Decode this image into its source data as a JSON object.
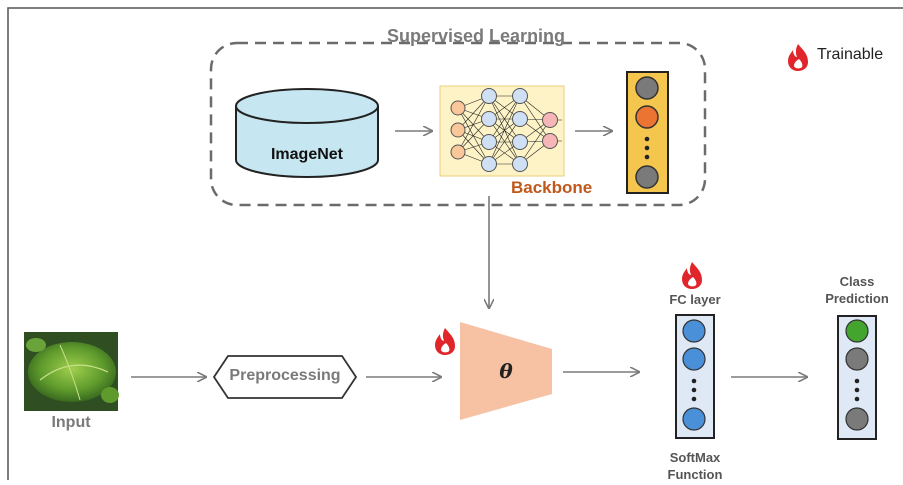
{
  "diagram": {
    "supervised_title": "Supervised Learning",
    "imagenet_label": "ImageNet",
    "backbone_label": "Backbone",
    "legend_label": "Trainable",
    "input_label": "Input",
    "preprocessing_label": "Preprocessing",
    "theta_label": "θ",
    "fc_label": "FC layer",
    "softmax_label": [
      "SoftMax",
      "Function"
    ],
    "class_label": [
      "Class",
      "Prediction"
    ]
  },
  "colors": {
    "border": "#555555",
    "dashed_box": "#6b6b6b",
    "arrow": "#7a7a7a",
    "cylinder_fill": "#c6e7f1",
    "backbone_bg": "#fdf3c6",
    "backbone_text": "#c0581c",
    "feature_column": "#f5c64d",
    "node_gray": "#7a7a7a",
    "node_orange": "#ec7432",
    "theta_fill": "#f6c2a3",
    "fc_column": "#dfe9f6",
    "fc_node": "#4a90d9",
    "class_node_green": "#43a52e",
    "flame": "#e0262a",
    "leaf_green": "#4a8b2a"
  }
}
